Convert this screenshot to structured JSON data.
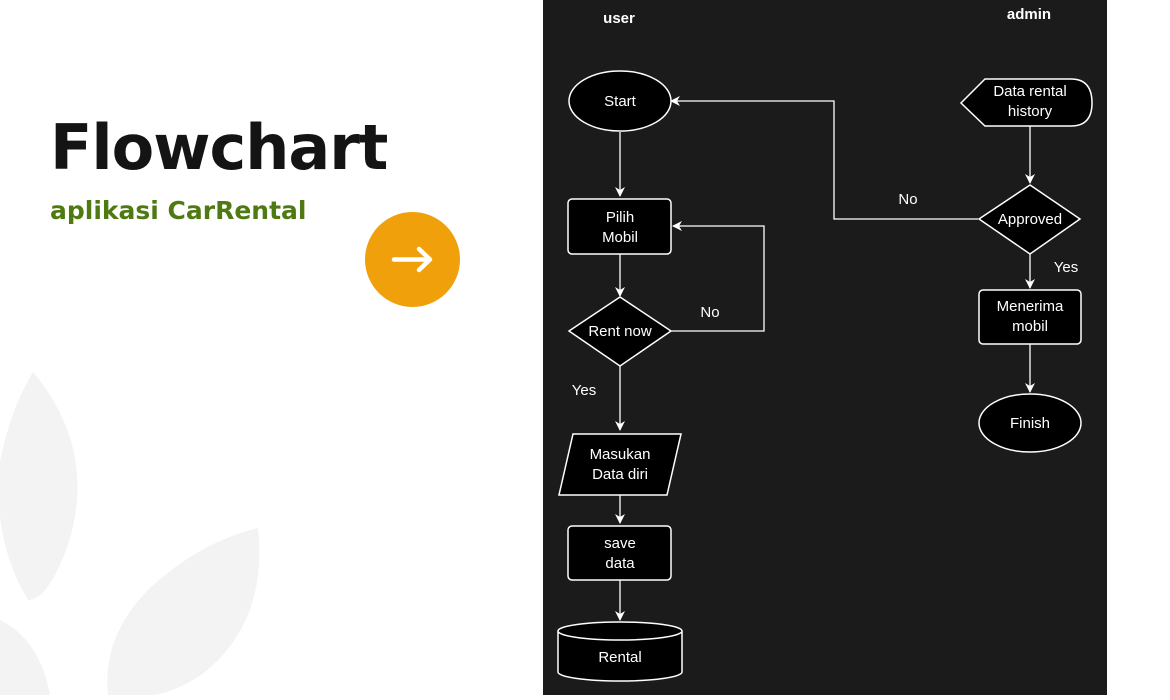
{
  "header": {
    "title": "Flowchart",
    "subtitle": "aplikasi CarRental"
  },
  "next_button": {
    "icon": "arrow-right-icon"
  },
  "colors": {
    "title": "#141414",
    "subtitle": "#4f7a12",
    "accent_button": "#f0a00a",
    "panel_background": "#1b1b1b",
    "diagram_stroke": "#ffffff",
    "leaf_decoration": "#f3f3f3"
  },
  "flowchart": {
    "lanes": {
      "user": "user",
      "admin": "admin"
    },
    "nodes": {
      "start": {
        "shape": "terminator",
        "line1": "Start"
      },
      "pilih_mobil": {
        "shape": "process",
        "line1": "Pilih",
        "line2": "Mobil"
      },
      "rent_now": {
        "shape": "decision",
        "line1": "Rent now"
      },
      "masukan_data_diri": {
        "shape": "input-output",
        "line1": "Masukan",
        "line2": "Data diri"
      },
      "save_data": {
        "shape": "process",
        "line1": "save",
        "line2": "data"
      },
      "rental": {
        "shape": "database",
        "line1": "Rental"
      },
      "data_rental_history": {
        "shape": "display",
        "line1": "Data rental",
        "line2": "history"
      },
      "approved": {
        "shape": "decision",
        "line1": "Approved"
      },
      "menerima_mobil": {
        "shape": "process",
        "line1": "Menerima",
        "line2": "mobil"
      },
      "finish": {
        "shape": "terminator",
        "line1": "Finish"
      }
    },
    "edges": {
      "rent_no": "No",
      "rent_yes": "Yes",
      "approved_no": "No",
      "approved_yes": "Yes"
    }
  }
}
